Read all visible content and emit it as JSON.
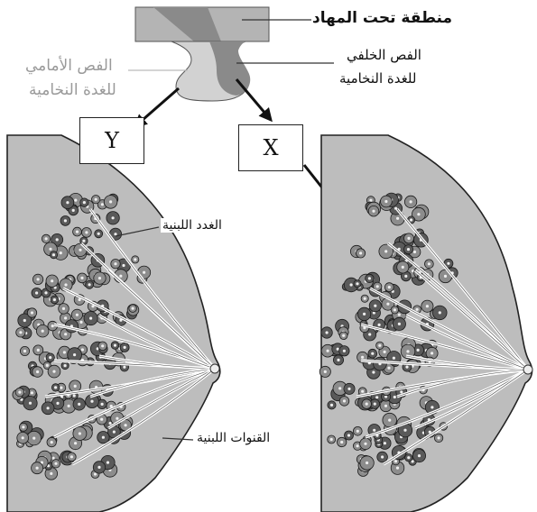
{
  "labels": {
    "hypothalamus": "منطقة تحت المهاد",
    "posterior_line1": "الفص الخلفي",
    "posterior_line2": "للغدة النخامية",
    "anterior_line1": "الفص الأمامي",
    "anterior_line2": "للغدة النخامية",
    "mammary_glands": "الغدد اللبنية",
    "milk_ducts": "القنوات اللبنية"
  },
  "boxes": {
    "y": "Y",
    "x": "X"
  },
  "colors": {
    "tissue": "#bdbdbd",
    "hypothalamus": "#b4b4b4",
    "posterior_lobe": "#8a8a8a",
    "anterior_lobe": "#d2d2d2",
    "outline": "#222222",
    "lobule_fill": "#5a5a5a",
    "duct": "#ffffff"
  }
}
